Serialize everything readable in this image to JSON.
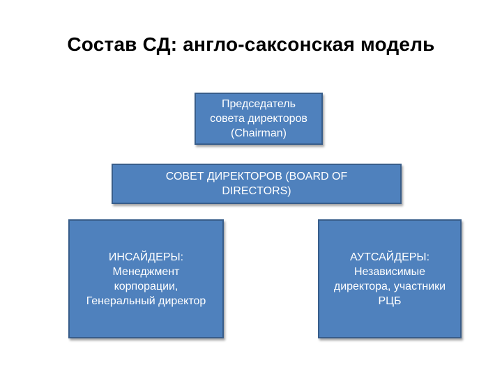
{
  "title": "Состав СД: англо-саксонская модель",
  "boxes": {
    "chairman": {
      "lines": [
        "Председатель",
        "совета директоров",
        "(Chairman)"
      ]
    },
    "board": {
      "lines": [
        "СОВЕТ ДИРЕКТОРОВ (BOARD OF",
        "DIRECTORS)"
      ]
    },
    "insiders": {
      "lines": [
        "ИНСАЙДЕРЫ:",
        "Менеджмент",
        "корпорации,",
        "Генеральный директор"
      ]
    },
    "outsiders": {
      "lines": [
        "АУТСАЙДЕРЫ:",
        "Независимые",
        "директора, участники",
        "РЦБ"
      ]
    }
  },
  "colors": {
    "box_fill": "#4f81bd",
    "box_border": "#385d8a",
    "box_text": "#ffffff",
    "title_text": "#000000"
  }
}
